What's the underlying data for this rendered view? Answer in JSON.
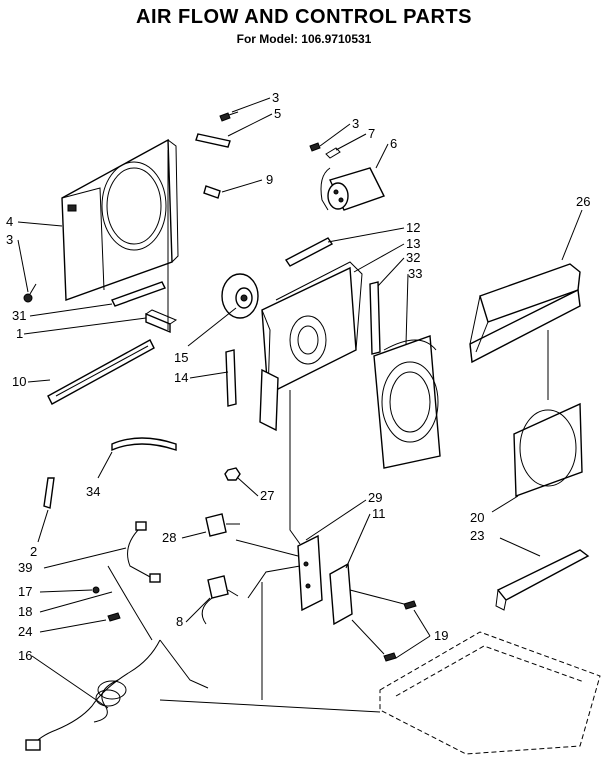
{
  "header": {
    "title": "AIR FLOW AND CONTROL PARTS",
    "subtitle": "For Model: 106.9710531"
  },
  "callouts": {
    "c3a": "3",
    "c5": "5",
    "c3b": "3",
    "c7": "7",
    "c6": "6",
    "c9": "9",
    "c4": "4",
    "c3c": "3",
    "c12": "12",
    "c13": "13",
    "c32": "32",
    "c33": "33",
    "c26": "26",
    "c31": "31",
    "c1": "1",
    "c10": "10",
    "c15": "15",
    "c14": "14",
    "c34": "34",
    "c27": "27",
    "c2": "2",
    "c29": "29",
    "c11": "11",
    "c28": "28",
    "c20": "20",
    "c23": "23",
    "c39": "39",
    "c17": "17",
    "c18": "18",
    "c8": "8",
    "c24": "24",
    "c19": "19",
    "c16": "16"
  }
}
